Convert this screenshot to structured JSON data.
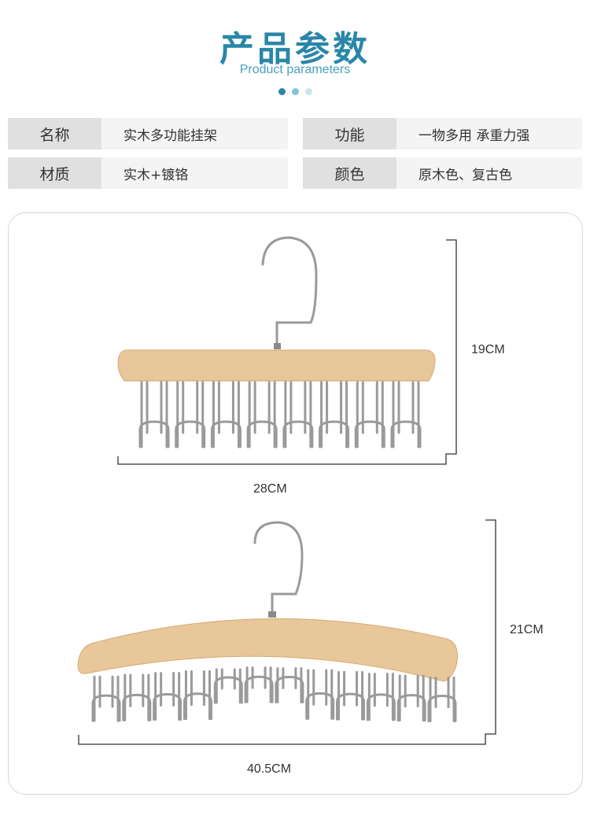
{
  "header": {
    "title": "产品参数",
    "subtitle": "Product parameters",
    "dots": [
      "#2a86a8",
      "#86c3d9",
      "#c9e4ee"
    ]
  },
  "params": {
    "name": {
      "label": "名称",
      "value": "实木多功能挂架"
    },
    "function": {
      "label": "功能",
      "value": "一物多用 承重力强"
    },
    "material": {
      "label": "材质",
      "value": "实木+镀铬"
    },
    "color": {
      "label": "颜色",
      "value": "原木色、复古色"
    }
  },
  "products": [
    {
      "width": "28CM",
      "height": "19CM",
      "hooks": 8
    },
    {
      "width": "40.5CM",
      "height": "21CM",
      "hooks": 12
    }
  ],
  "colors": {
    "wood": "#e8c79a",
    "wood_edge": "#d4ab74",
    "metal": "#9a9a9a"
  }
}
